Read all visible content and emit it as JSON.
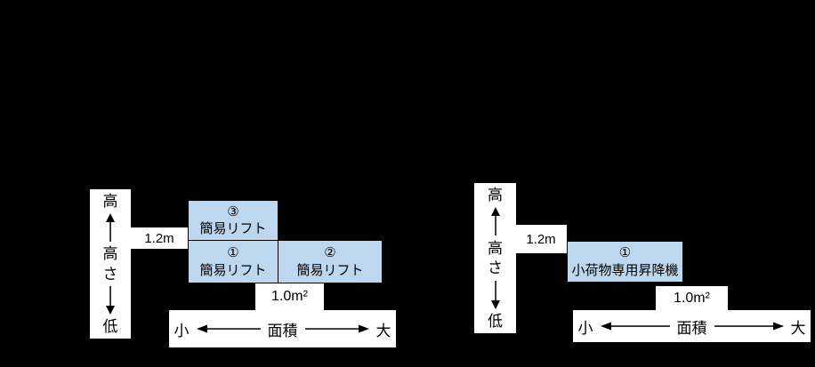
{
  "canvas": {
    "background_color": "#000000",
    "box_fill_color": "#BDD7EE",
    "box_border_color": "#000000"
  },
  "left_diagram": {
    "y_axis": {
      "top_label": "高",
      "axis_chars": [
        "高",
        "さ"
      ],
      "bottom_label": "低"
    },
    "height_threshold_label": "1.2m",
    "boxes": [
      {
        "number": "③",
        "label": "簡易リフト"
      },
      {
        "number": "①",
        "label": "簡易リフト"
      },
      {
        "number": "②",
        "label": "簡易リフト"
      }
    ],
    "area_threshold_label": "1.0m²",
    "x_axis": {
      "small_label": "小",
      "axis_label": "面積",
      "large_label": "大"
    }
  },
  "right_diagram": {
    "y_axis": {
      "top_label": "高",
      "axis_chars": [
        "高",
        "さ"
      ],
      "bottom_label": "低"
    },
    "height_threshold_label": "1.2m",
    "boxes": [
      {
        "number": "①",
        "label": "小荷物専用昇降機"
      }
    ],
    "area_threshold_label": "1.0m²",
    "x_axis": {
      "small_label": "小",
      "axis_label": "面積",
      "large_label": "大"
    }
  }
}
